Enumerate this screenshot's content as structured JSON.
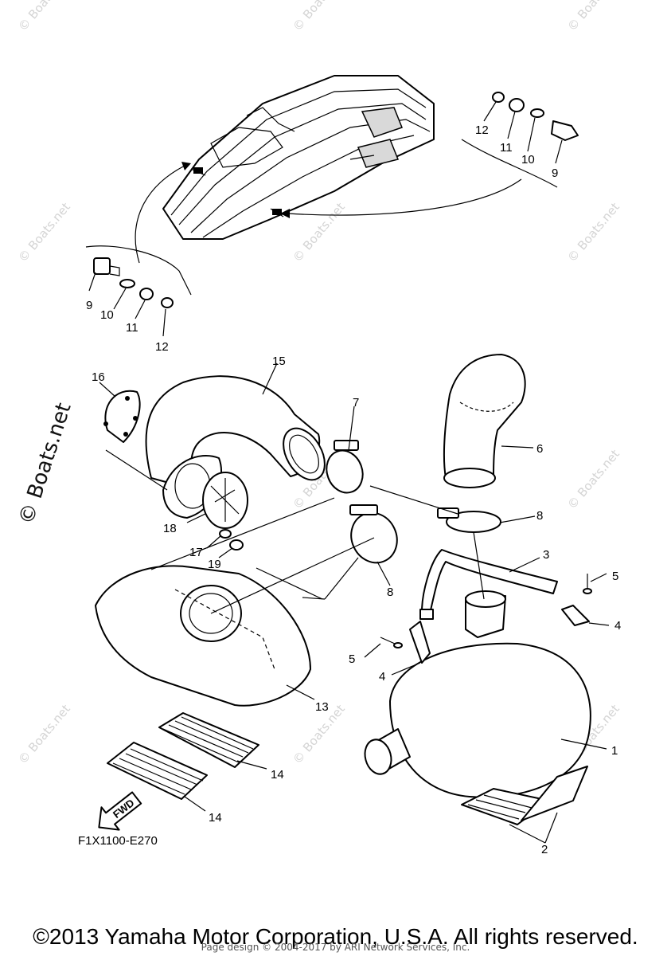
{
  "watermark": {
    "small": "© Boats.net",
    "large": "© Boats.net"
  },
  "callouts": {
    "c1": "1",
    "c2": "2",
    "c3": "3",
    "c4a": "4",
    "c4b": "4",
    "c5a": "5",
    "c5b": "5",
    "c6": "6",
    "c7": "7",
    "c8a": "8",
    "c8b": "8",
    "c9a": "9",
    "c9b": "9",
    "c10a": "10",
    "c10b": "10",
    "c11a": "11",
    "c11b": "11",
    "c12a": "12",
    "c12b": "12",
    "c13": "13",
    "c14a": "14",
    "c14b": "14",
    "c15": "15",
    "c16": "16",
    "c17": "17",
    "c18": "18",
    "c19": "19"
  },
  "fwd_arrow": {
    "label": "FWD",
    "icon": "fwd-arrow-icon"
  },
  "diagram_code": "F1X1100-E270",
  "copyright": "©2013 Yamaha Motor Corporation, U.S.A. All rights reserved.",
  "page_credit": "Page design © 2004-2017 by ARI Network Services, Inc."
}
